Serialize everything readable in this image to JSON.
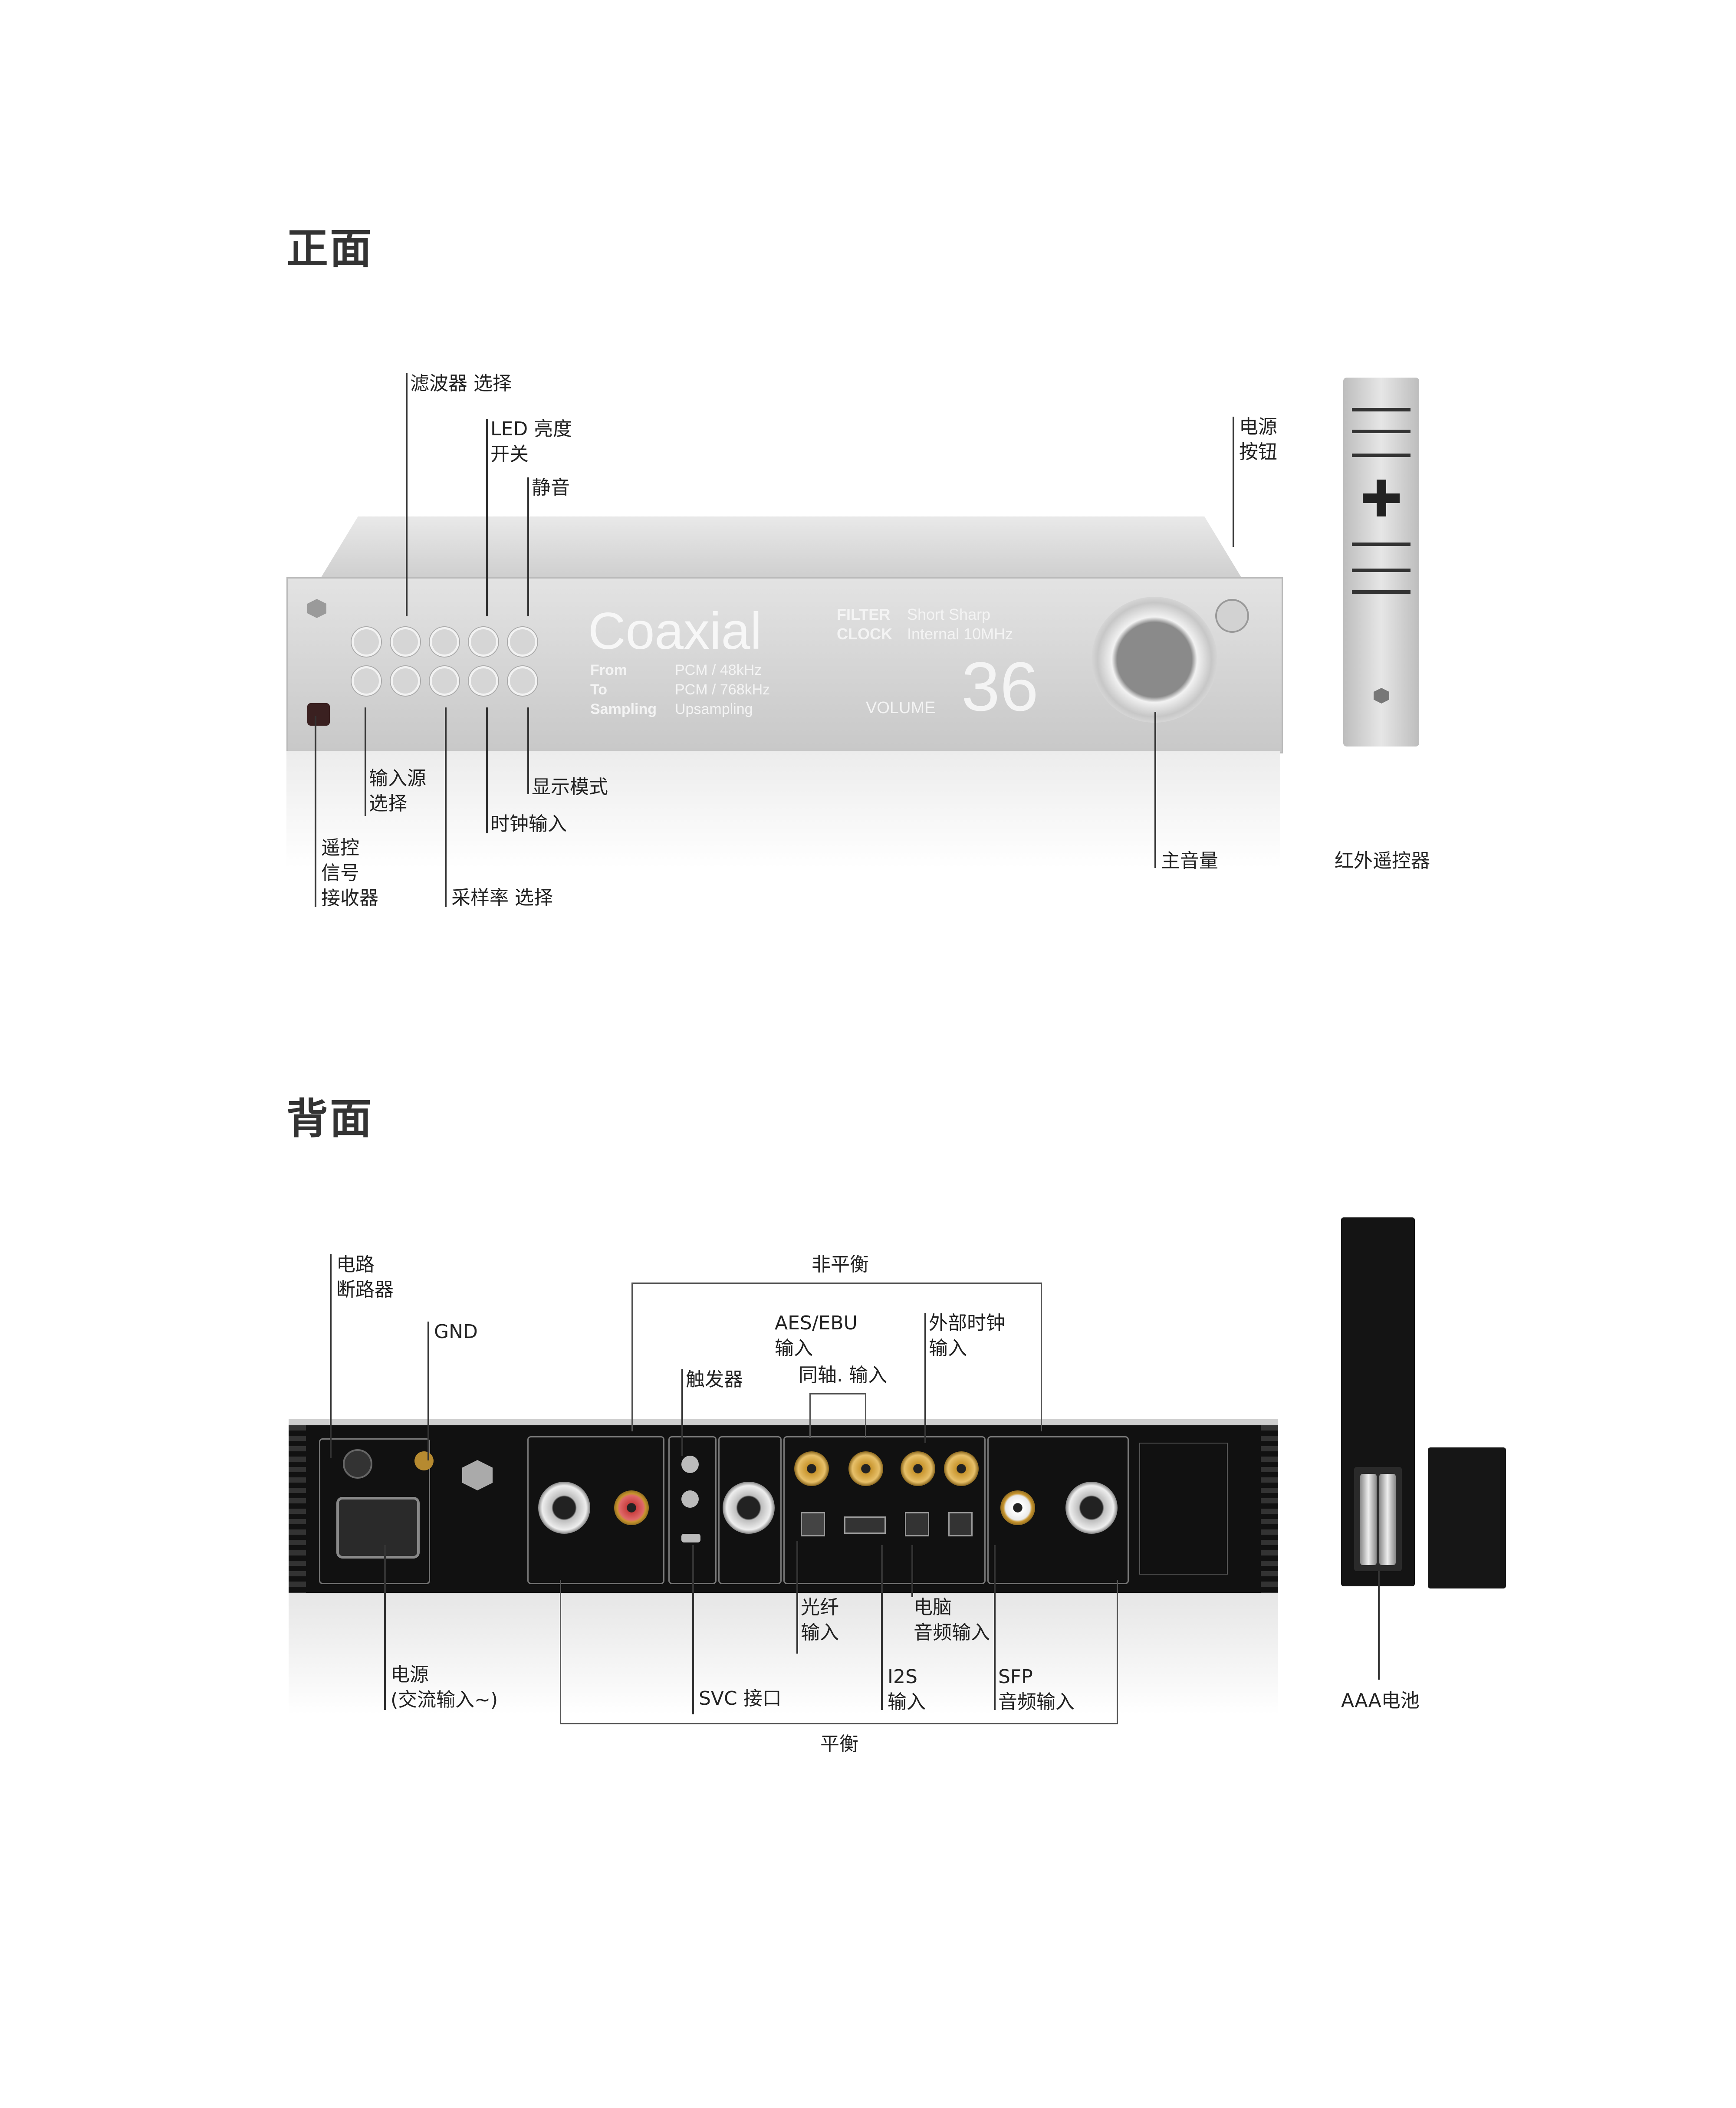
{
  "front": {
    "title": "正面",
    "labels": {
      "filter_select": "滤波器 选择",
      "led_brightness": "LED 亮度\n开关",
      "mute": "静音",
      "power_button": "电源\n按钮",
      "input_source": "输入源\n选择",
      "display_mode": "显示模式",
      "clock_input": "时钟输入",
      "remote_receiver": "遥控\n信号\n接收器",
      "sample_rate": "采样率 选择",
      "main_volume": "主音量",
      "ir_remote": "红外遥控器"
    },
    "display": {
      "source": "Coaxial",
      "filter_key": "FILTER",
      "filter_val": "Short Sharp",
      "clock_key": "CLOCK",
      "clock_val": "Internal 10MHz",
      "from_key": "From",
      "from_val": "PCM / 48kHz",
      "to_key": "To",
      "to_val": "PCM / 768kHz",
      "sampling_key": "Sampling",
      "sampling_val": "Upsampling",
      "volume_key": "VOLUME",
      "volume_val": "36"
    }
  },
  "back": {
    "title": "背面",
    "labels": {
      "breaker": "电路\n断路器",
      "gnd": "GND",
      "unbalanced": "非平衡",
      "aes_ebu": "AES/EBU\n输入",
      "ext_clock": "外部时钟\n输入",
      "trigger": "触发器",
      "coax_input": "同轴. 输入",
      "optical": "光纤\n输入",
      "pc_audio": "电脑\n音频输入",
      "power_ac": "电源\n(交流输入~)",
      "svc": "SVC 接口",
      "i2s": "I2S\n输入",
      "sfp": "SFP\n音频输入",
      "balanced": "平衡",
      "aaa_battery": "AAA电池"
    }
  },
  "colors": {
    "silver": "#d9d9d9",
    "black_panel": "#111111",
    "gold": "#d4a23a"
  }
}
